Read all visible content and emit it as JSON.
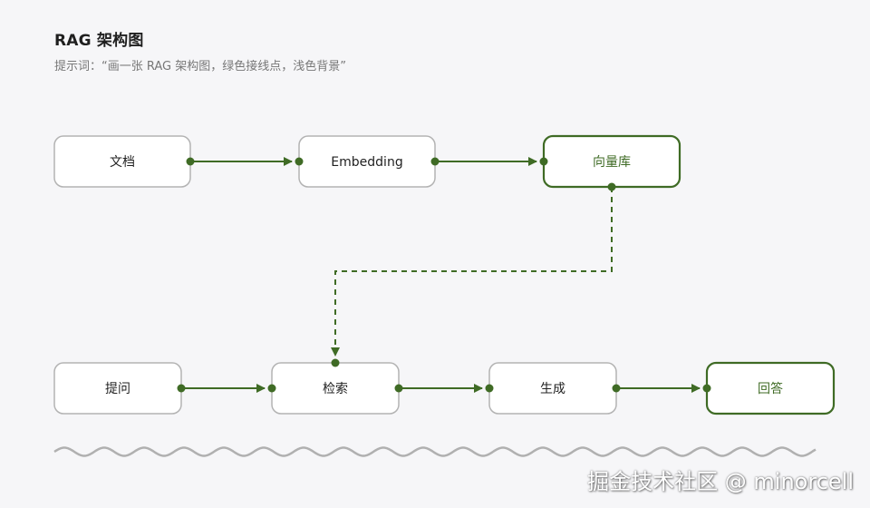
{
  "header": {
    "title": "RAG 架构图",
    "subtitle": "提示词：“画一张 RAG 架构图，绿色接线点，浅色背景”"
  },
  "colors": {
    "accent": "#3f6b25",
    "node_border": "#b3b3b3",
    "node_fill": "#ffffff",
    "background": "#f6f6f8",
    "wave": "#b0b0b0"
  },
  "nodes": {
    "docs": "文档",
    "embedding": "Embedding",
    "vector_db": "向量库",
    "question": "提问",
    "retrieve": "检索",
    "generate": "生成",
    "answer": "回答"
  },
  "watermark": "掘金技术社区 @ minorcell"
}
